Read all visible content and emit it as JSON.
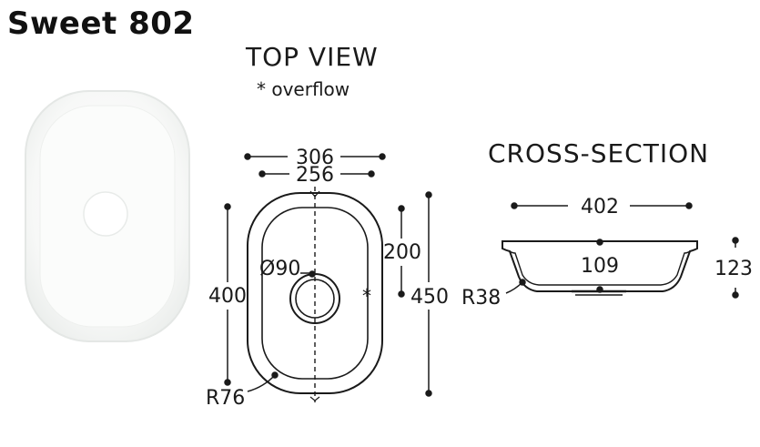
{
  "product_name": "Sweet 802",
  "top_view": {
    "heading": "TOP VIEW",
    "overflow_note": "* overflow",
    "overflow_marker": "*",
    "dimensions": {
      "outer_width": "306",
      "inner_width": "256",
      "drain_diameter": "Ø90",
      "inner_length": "400",
      "overflow_to_drain": "200",
      "outer_length": "450",
      "corner_radius": "R76"
    }
  },
  "cross_section": {
    "heading": "CROSS-SECTION",
    "dimensions": {
      "top_width": "402",
      "inner_depth": "109",
      "total_height": "123",
      "bottom_radius": "R38"
    }
  },
  "colors": {
    "line": "#1a1a1a",
    "sink_body": "#f6f7f6"
  }
}
